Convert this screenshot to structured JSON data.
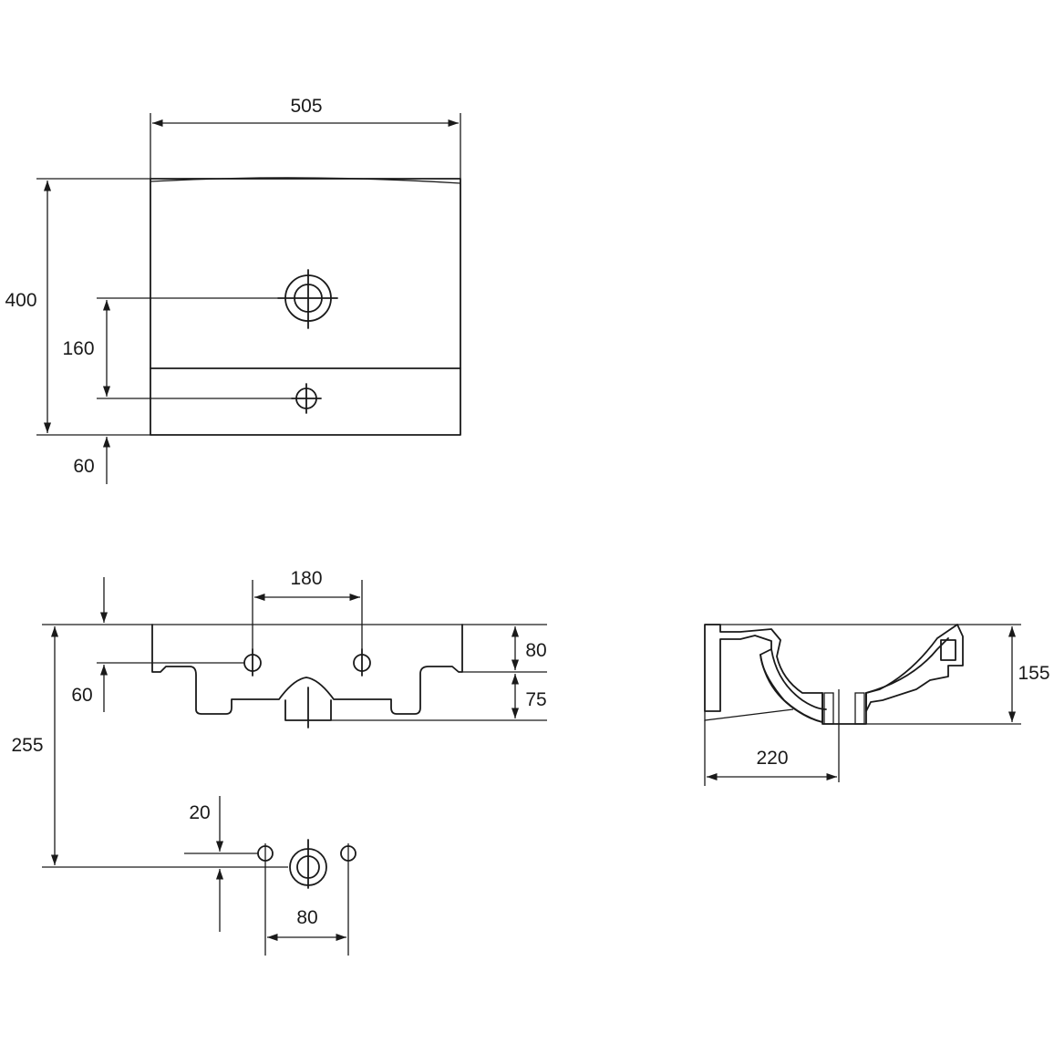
{
  "diagram": {
    "views": [
      {
        "id": "top-view",
        "dimensions": {
          "width": "505",
          "depth": "400",
          "tap_hole_offset": "160",
          "front_offset": "60"
        }
      },
      {
        "id": "front-view",
        "dimensions": {
          "hole_spacing": "180",
          "top_height": "80",
          "lower_height": "75",
          "side_offset": "60",
          "wall_to_outlet": "255"
        }
      },
      {
        "id": "outlet-detail",
        "dimensions": {
          "vertical_offset": "20",
          "fixing_spacing": "80"
        }
      },
      {
        "id": "side-section",
        "dimensions": {
          "height": "155",
          "outlet_distance": "220"
        }
      }
    ]
  }
}
